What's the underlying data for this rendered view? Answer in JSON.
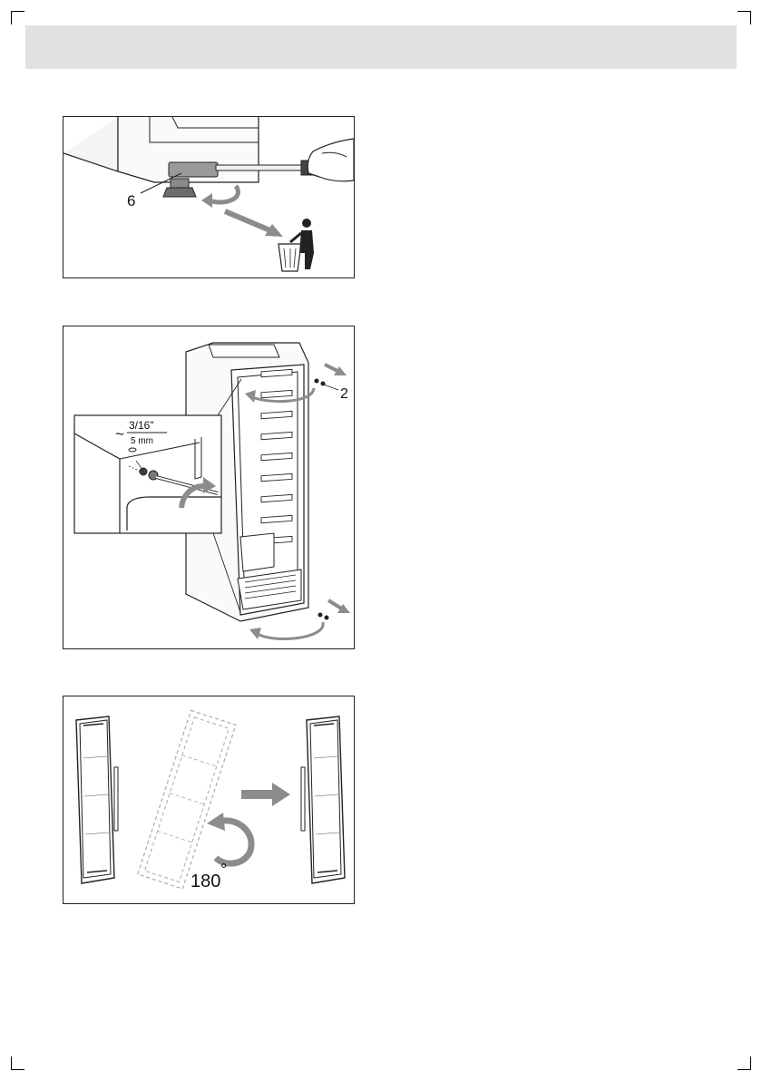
{
  "figures": {
    "fig1": {
      "callout_label": "6"
    },
    "fig2": {
      "callout_label": "2",
      "dim_imperial": "3/16\"",
      "dim_metric": "5 mm",
      "approx_symbol": "~"
    },
    "fig3": {
      "rotation_value": "180",
      "degree_symbol": "°"
    }
  }
}
